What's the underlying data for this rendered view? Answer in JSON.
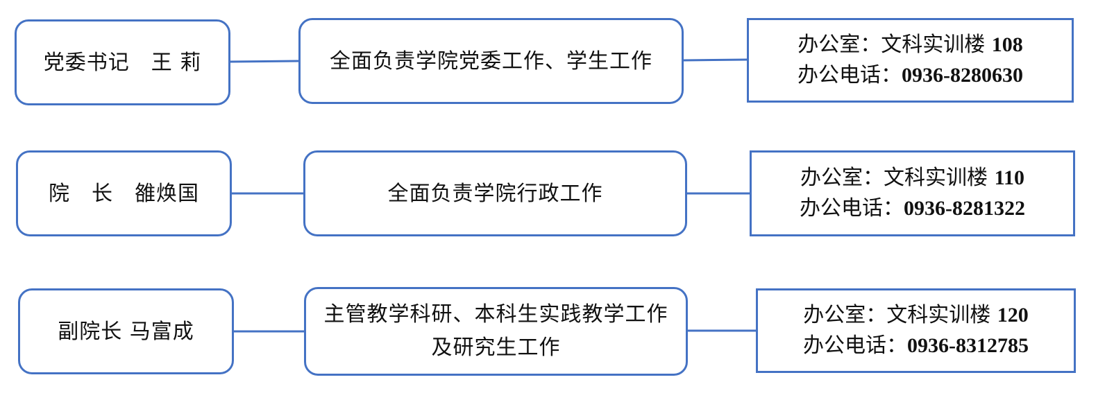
{
  "colors": {
    "border": "#4472c4",
    "connector": "#4472c4",
    "text": "#111111",
    "background": "#ffffff"
  },
  "rows": [
    {
      "person": "党委书记　王 莉",
      "duty": "全面负责学院党委工作、学生工作",
      "office_label": "办公室：文科实训楼 ",
      "office_number": "108",
      "phone_label": "办公电话：",
      "phone_number": "0936-8280630"
    },
    {
      "person": "院　长　雒焕国",
      "duty": "全面负责学院行政工作",
      "office_label": "办公室：文科实训楼 ",
      "office_number": "110",
      "phone_label": "办公电话：",
      "phone_number": "0936-8281322"
    },
    {
      "person": "副院长 马富成",
      "duty": "主管教学科研、本科生实践教学工作及研究生工作",
      "office_label": "办公室：文科实训楼 ",
      "office_number": "120",
      "phone_label": "办公电话：",
      "phone_number": "0936-8312785"
    }
  ]
}
